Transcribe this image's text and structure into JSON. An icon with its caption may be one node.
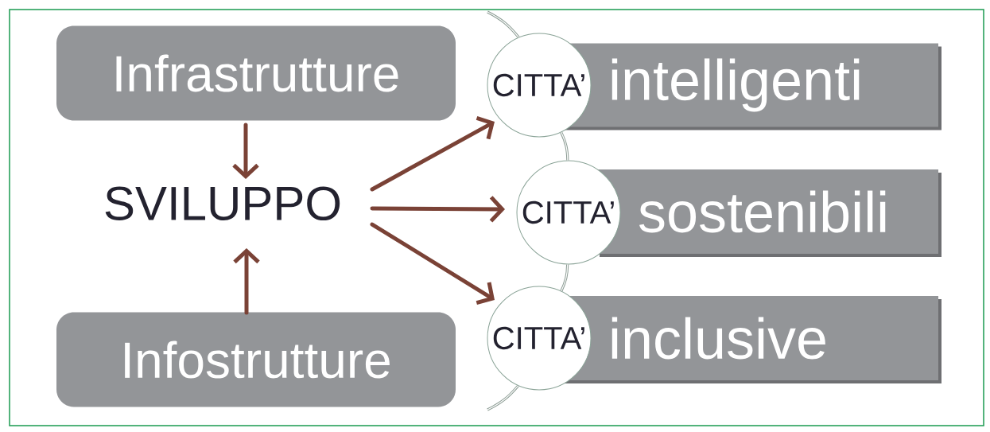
{
  "diagram": {
    "nodes": [
      {
        "text": [
          "Infrastrutture"
        ]
      },
      {
        "text": [
          "SVILUPPO"
        ]
      },
      {
        "text": [
          "Infostrutture"
        ]
      },
      {
        "text": [
          "CITTA’"
        ]
      },
      {
        "text": [
          "intelligenti"
        ]
      },
      {
        "text": [
          "CITTA’"
        ]
      },
      {
        "text": [
          "sostenibili"
        ]
      },
      {
        "text": [
          "CITTA’"
        ]
      },
      {
        "text": [
          "inclusive"
        ]
      }
    ],
    "edges": [
      {
        "from": 0,
        "to": 1,
        "arrow": "to"
      },
      {
        "from": 2,
        "to": 1,
        "arrow": "to"
      },
      {
        "from": 1,
        "to": 3,
        "arrow": "to"
      },
      {
        "from": 1,
        "to": 5,
        "arrow": "to"
      },
      {
        "from": 1,
        "to": 7,
        "arrow": "to"
      },
      {
        "from": null,
        "to": 3,
        "arrow": "none",
        "color": "#8c9c94"
      },
      {
        "from": 3,
        "to": 5,
        "arrow": "none",
        "color": "#8c9c94"
      },
      {
        "from": 5,
        "to": 7,
        "arrow": "none",
        "color": "#8c9c94"
      },
      {
        "from": 7,
        "to": null,
        "arrow": "none",
        "color": "#8c9c94"
      }
    ]
  }
}
